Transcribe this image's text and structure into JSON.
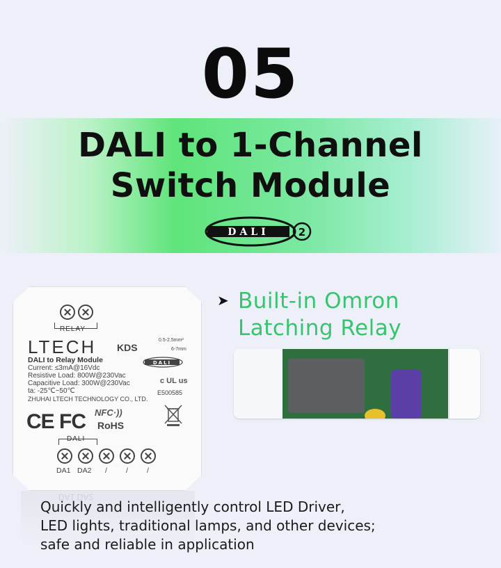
{
  "hero": {
    "number": "05",
    "title_line1": "DALI to 1-Channel",
    "title_line2": "Switch Module",
    "logo_text": "DALI",
    "logo_sup": "2"
  },
  "module": {
    "relay_label": "RELAY",
    "brand": "LTECH",
    "model": "KDS",
    "name": "DALI to Relay Module",
    "specs": [
      "Current: ≤3mA@16Vdc",
      "Resistive Load: 800W@230Vac",
      "Capacitive Load: 300W@230Vac",
      "ta: -25℃~50℃",
      "ZHUHAI LTECH TECHNOLOGY CO., LTD."
    ],
    "wire_top": "0.5-2.5mm²",
    "wire_bottom": "6-7mm",
    "dali_badge": "DALI",
    "ul_text": "c UL us",
    "cert_no": "E500585",
    "ce_fc": "CE FC",
    "nfc": "NFC",
    "rohs": "RoHS",
    "dali_label": "DALI",
    "terminals_bottom": [
      "DA1",
      "DA2",
      "/",
      "/",
      "/"
    ]
  },
  "feature": {
    "arrow": "➤",
    "line1": "Built-in Omron",
    "line2": "Latching Relay"
  },
  "description": {
    "line1": "Quickly and intelligently control LED Driver,",
    "line2": "LED lights, traditional lamps, and other devices;",
    "line3": "safe and reliable in application"
  },
  "colors": {
    "accent_green": "#37c46e",
    "band_green": "#5fe47a",
    "background": "#eef0f9"
  }
}
